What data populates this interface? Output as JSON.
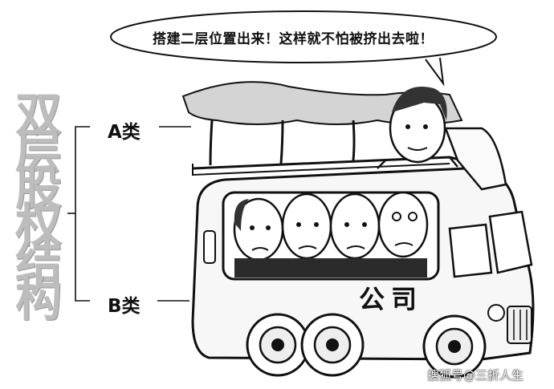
{
  "bubble": {
    "text": "搭建二层位置出来！这样就不怕被挤出去啦！"
  },
  "title": {
    "chars": [
      "双",
      "层",
      "股",
      "权",
      "结",
      "构"
    ]
  },
  "labels": {
    "a": "A类",
    "b": "B类"
  },
  "bus": {
    "company": "公司"
  },
  "watermark": {
    "text": "搜狐号@三折人生"
  }
}
